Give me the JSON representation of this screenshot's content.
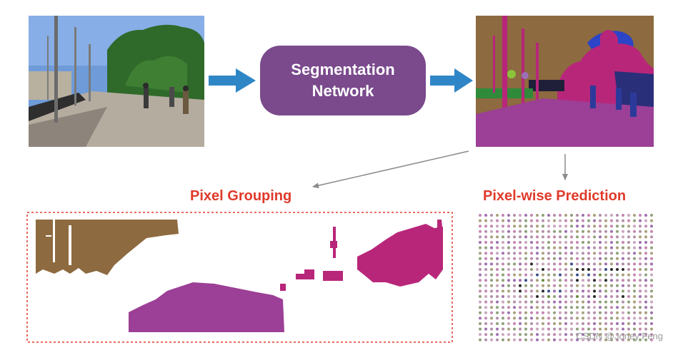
{
  "network_box": {
    "line1": "Segmentation",
    "line2": "Network"
  },
  "labels": {
    "pixel_grouping": "Pixel Grouping",
    "pixelwise_prediction": "Pixel-wise Prediction"
  },
  "watermark": "CSDN @Joney Feng",
  "colors": {
    "accent_red": "#e03a2a",
    "network_purple": "#7a4a8c",
    "arrow_blue": "#2f86c6",
    "ground_purple": "#9c3f96",
    "building_brown": "#8d6a3f",
    "tree_magenta": "#b8267a"
  }
}
